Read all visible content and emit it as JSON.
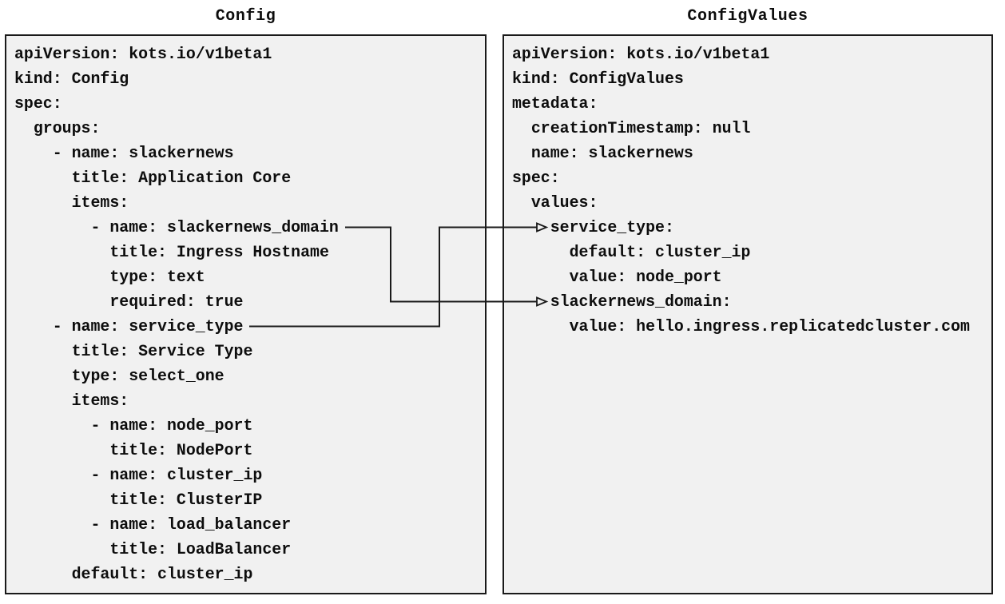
{
  "diagram": {
    "panels": {
      "config": {
        "title": "Config",
        "code_lines": [
          "apiVersion: kots.io/v1beta1",
          "kind: Config",
          "spec:",
          "  groups:",
          "    - name: slackernews",
          "      title: Application Core",
          "      items:",
          "        - name: slackernews_domain",
          "          title: Ingress Hostname",
          "          type: text",
          "          required: true",
          "    - name: service_type",
          "      title: Service Type",
          "      type: select_one",
          "      items:",
          "        - name: node_port",
          "          title: NodePort",
          "        - name: cluster_ip",
          "          title: ClusterIP",
          "        - name: load_balancer",
          "          title: LoadBalancer",
          "      default: cluster_ip"
        ]
      },
      "config_values": {
        "title": "ConfigValues",
        "code_lines": [
          "apiVersion: kots.io/v1beta1",
          "kind: ConfigValues",
          "metadata:",
          "  creationTimestamp: null",
          "  name: slackernews",
          "spec:",
          "  values:",
          "    service_type:",
          "      default: cluster_ip",
          "      value: node_port",
          "    slackernews_domain:",
          "      value: hello.ingress.replicatedcluster.com"
        ]
      }
    },
    "connections": [
      {
        "from_field": "slackernews_domain",
        "to_field": "slackernews_domain"
      },
      {
        "from_field": "service_type",
        "to_field": "service_type"
      }
    ],
    "colors": {
      "page_background": "#ffffff",
      "panel_background": "#f1f1f1",
      "panel_border": "#1a1a1a",
      "code_text": "#0d0d0d",
      "connector": "#1a1a1a",
      "arrowhead_fill": "#f1f1f1"
    }
  }
}
